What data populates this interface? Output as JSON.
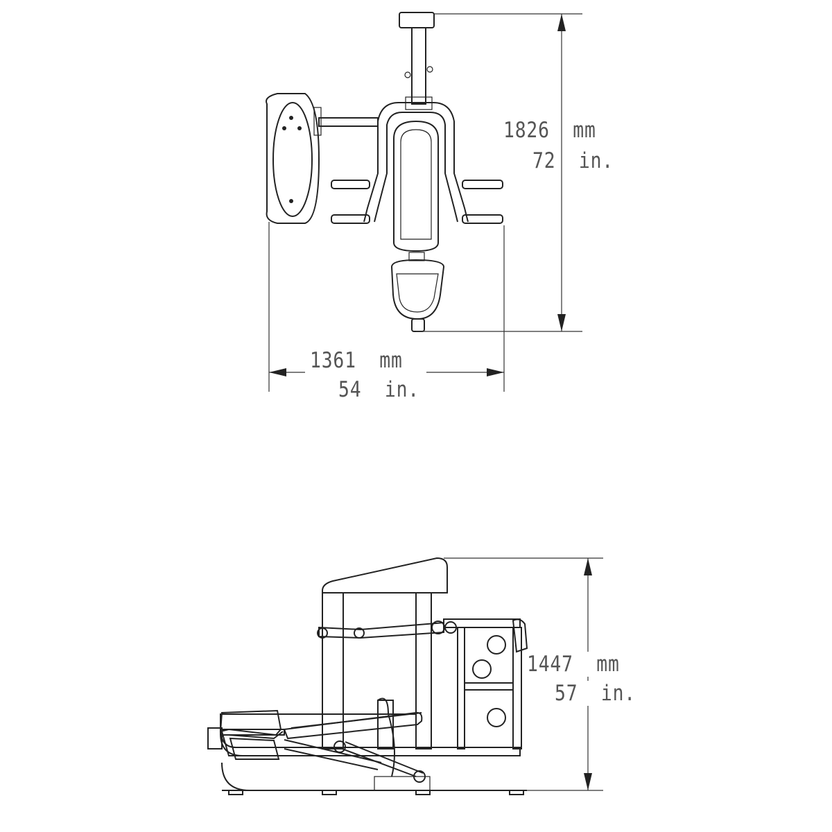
{
  "top_view": {
    "length_mm": "1826  mm",
    "length_in": "72  in.",
    "width_mm": "1361  mm",
    "width_in": "54  in."
  },
  "side_view": {
    "height_mm": "1447  mm",
    "height_in": "57  in."
  },
  "colors": {
    "line": "#222222",
    "text": "#555555",
    "background": "#ffffff"
  }
}
